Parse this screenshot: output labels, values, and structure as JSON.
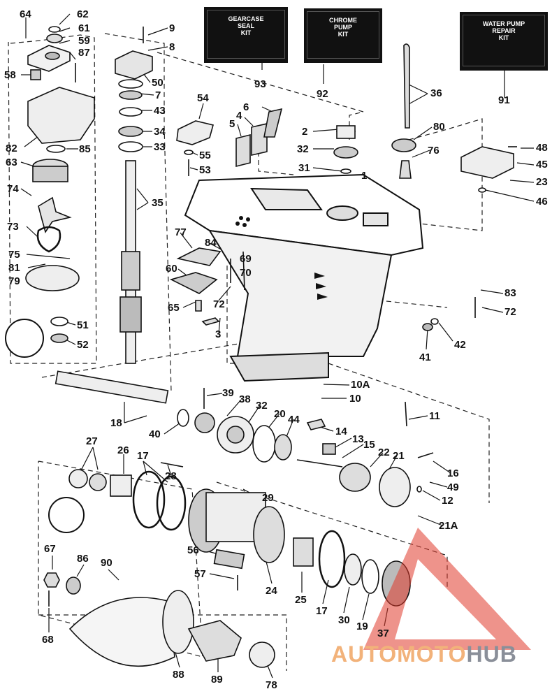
{
  "kits": [
    {
      "id": "gearcase-seal-kit",
      "text": "GEARCASE\nSEAL\nKIT"
    },
    {
      "id": "chrome-pump-kit",
      "text": "CHROME\nPUMP\nKIT"
    },
    {
      "id": "water-pump-repair-kit",
      "text": "WATER PUMP\nREPAIR\nKIT"
    }
  ],
  "part_labels": [
    "64",
    "62",
    "61",
    "59",
    "87",
    "58",
    "82",
    "85",
    "63",
    "74",
    "73",
    "75",
    "81",
    "79",
    "51",
    "52",
    "9",
    "8",
    "50",
    "7",
    "43",
    "34",
    "33",
    "35",
    "54",
    "55",
    "53",
    "6",
    "4",
    "5",
    "2",
    "32",
    "31",
    "93",
    "92",
    "36",
    "80",
    "76",
    "91",
    "48",
    "45",
    "23",
    "46",
    "1",
    "77",
    "84",
    "69",
    "70",
    "60",
    "65",
    "72",
    "3",
    "83",
    "72",
    "41",
    "42",
    "10A",
    "10",
    "39",
    "38",
    "32",
    "20",
    "44",
    "14",
    "13",
    "15",
    "22",
    "21",
    "11",
    "16",
    "49",
    "12",
    "21A",
    "18",
    "40",
    "27",
    "26",
    "17",
    "28",
    "29",
    "56",
    "57",
    "24",
    "25",
    "17",
    "30",
    "19",
    "37",
    "67",
    "86",
    "90",
    "68",
    "88",
    "89",
    "78"
  ],
  "watermark": {
    "part1": "AUTOMOTO",
    "part2": "HUB"
  },
  "colors": {
    "ink": "#111111",
    "paper": "#ffffff",
    "watermark_red": "#e03a2c",
    "watermark_orange": "#f2b27a",
    "watermark_gray": "#8a8f99"
  }
}
